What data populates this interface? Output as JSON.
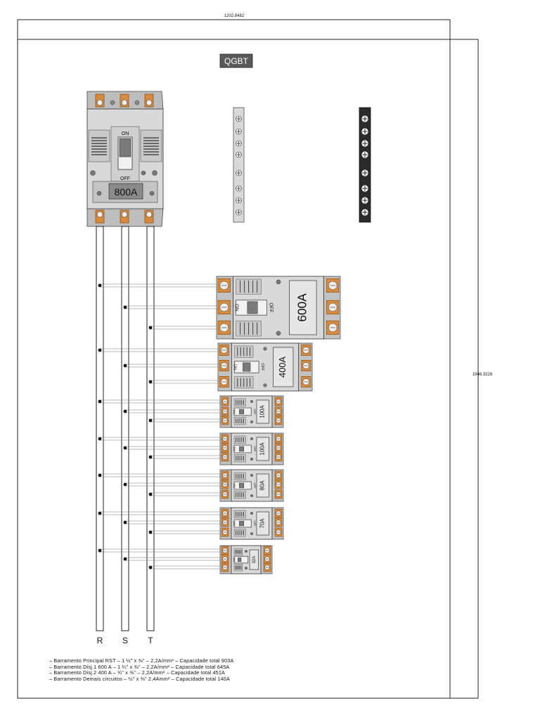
{
  "dimensions": {
    "width_label": "1202.8482",
    "height_label": "1946.3228"
  },
  "title": "QGBT",
  "main_breaker": {
    "rating": "800A",
    "on_label": "ON",
    "off_label": "OFF"
  },
  "breakers": [
    {
      "rating": "600A",
      "size": "large",
      "on_label": "ON",
      "off_label": "OFF"
    },
    {
      "rating": "400A",
      "size": "medium",
      "on_label": "ON",
      "off_label": "OFF"
    },
    {
      "rating": "100A",
      "size": "small",
      "on_label": "ON",
      "off_label": "OFF"
    },
    {
      "rating": "100A",
      "size": "small",
      "on_label": "ON",
      "off_label": "OFF"
    },
    {
      "rating": "80A",
      "size": "small",
      "on_label": "ON",
      "off_label": "OFF"
    },
    {
      "rating": "70A",
      "size": "small",
      "on_label": "ON",
      "off_label": "OFF"
    },
    {
      "rating": "32A",
      "size": "tiny",
      "on_label": "ON",
      "off_label": "OFF"
    }
  ],
  "phases": [
    "R",
    "S",
    "T"
  ],
  "notes": [
    "– Barramento Principal RST – 1 ½\" x ⅜\" – 2,2A/mm² – Capacidade total 903A",
    "– Barramento Disj.1 600 A – 1 ¼\" x ⅜\" – 2,2A/mm² – Capacidade total 645A",
    "– Barramento Disj.2 400 A – ¾\" x ⅜\" – 2,2A/mm² – Capacidade total 451A",
    "– Barramento Demais circuitos – ½\" x ⅜\" 2,4Amm² – Capacidade total 140A"
  ],
  "colors": {
    "line": "#222222",
    "panel": "#d9d9d9",
    "panel_dark": "#9a9a9a",
    "terminal_orange": "#d98a3a",
    "title_bg": "#5a5a5a",
    "title_fg": "#ffffff"
  }
}
